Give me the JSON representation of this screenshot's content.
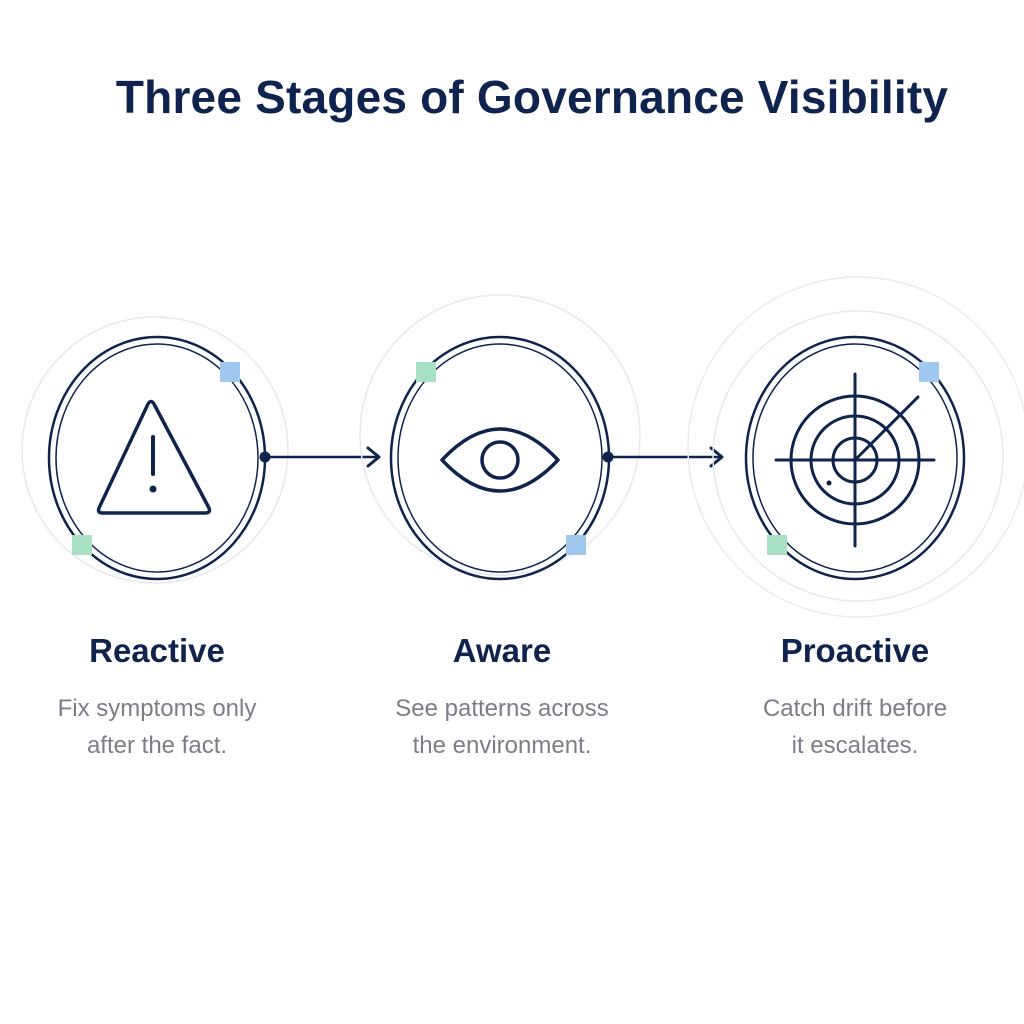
{
  "title": "Three Stages of Governance Visibility",
  "colors": {
    "navy": "#0e234d",
    "muted_text": "#7a7e87",
    "accent_green": "#a8e0c4",
    "accent_blue": "#9ec8ee",
    "faint_ring": "#e6e8ee"
  },
  "stages": [
    {
      "label": "Reactive",
      "description": [
        "Fix symptoms only",
        "after the fact."
      ],
      "icon": "warning-triangle-icon"
    },
    {
      "label": "Aware",
      "description": [
        "See patterns across",
        "the environment."
      ],
      "icon": "eye-icon"
    },
    {
      "label": "Proactive",
      "description": [
        "Catch drift before",
        "it escalates."
      ],
      "icon": "radar-target-icon"
    }
  ]
}
